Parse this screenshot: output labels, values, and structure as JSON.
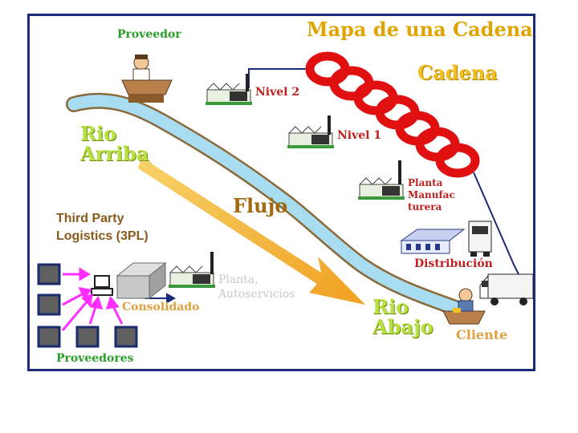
{
  "title": "Mapa de una Cadena",
  "labels": {
    "cadena": "Cadena",
    "proveedor": "Proveedor",
    "nivel2": "Nivel 2",
    "nivel1": "Nivel 1",
    "planta_manufacturera": [
      "Planta",
      "Manufac",
      "turera"
    ],
    "rio_arriba": [
      "Rio",
      "Arriba"
    ],
    "rio_abajo": [
      "Rio",
      "Abajo"
    ],
    "flujo": "Flujo",
    "third_party": [
      "Third Party",
      "Logistics (3PL)"
    ],
    "planta_autoservicios": [
      "Planta,",
      "Autoservicios"
    ],
    "consolidado": "Consolidado",
    "distribucion": "Distribución",
    "cliente": "Cliente",
    "proveedores": "Proveedores"
  },
  "colors": {
    "chain": "#e01010",
    "river": "#a8dcf0",
    "river_bank": "#8a6a3a",
    "arrow": "#f0a020",
    "border": "#1c2a7a",
    "supplier_arrows": "#ff30ff"
  },
  "icons": [
    "factory-icon",
    "person-desk-icon",
    "truck-icon",
    "warehouse-icon",
    "box-icon",
    "computer-icon",
    "chain-icon"
  ]
}
